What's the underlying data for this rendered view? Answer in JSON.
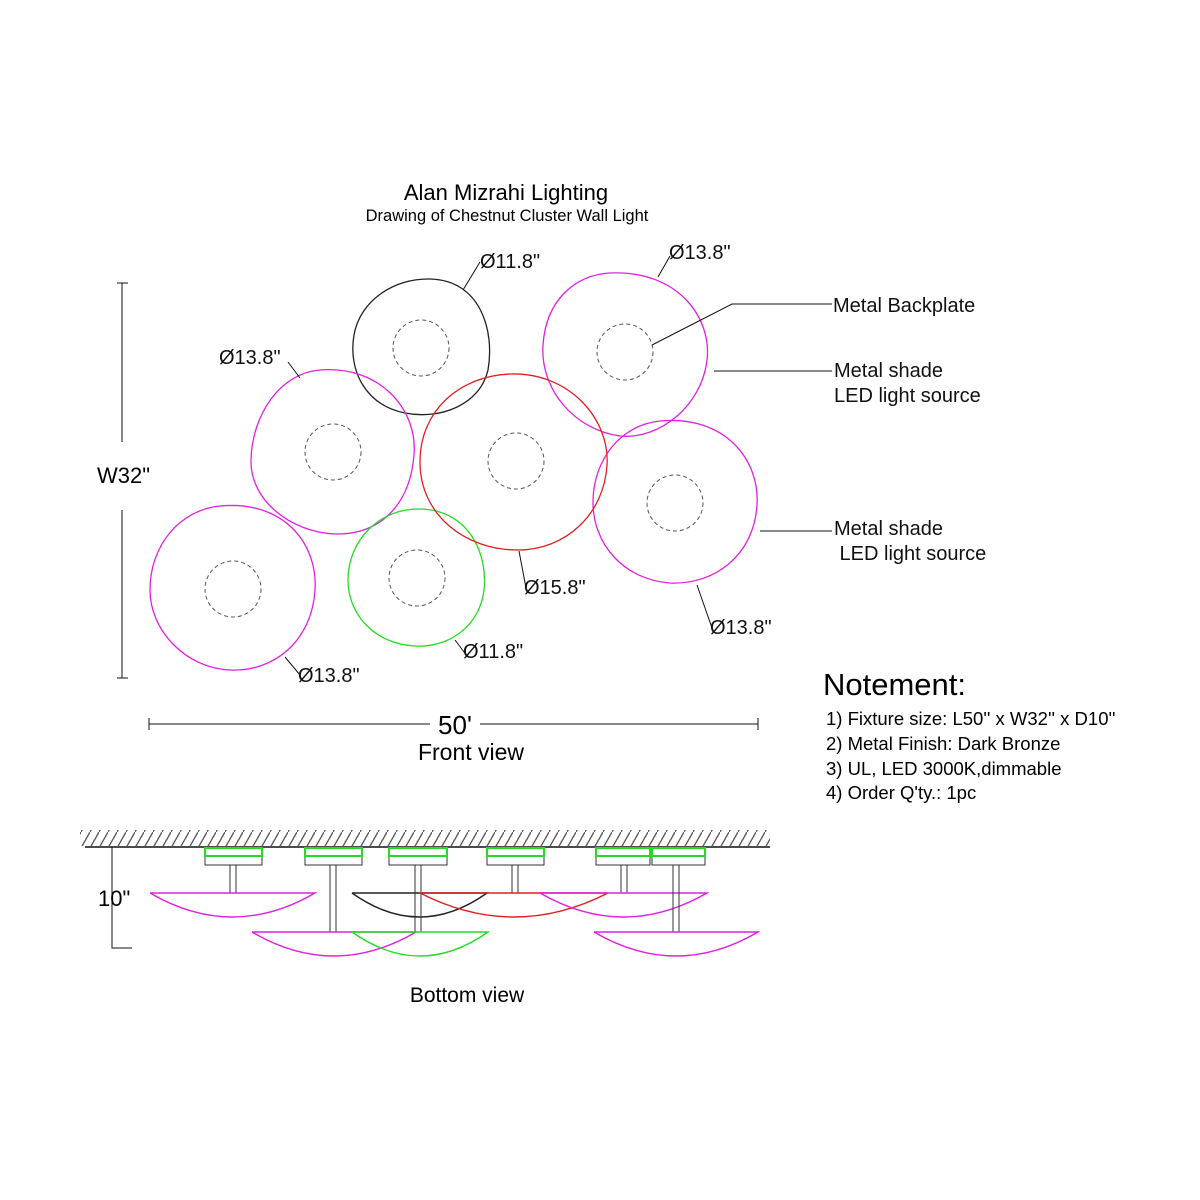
{
  "header": {
    "title": "Alan Mizrahi Lighting",
    "subtitle": "Drawing of Chestnut Cluster Wall Light"
  },
  "colors": {
    "magenta": "#e020e0",
    "red": "#e02020",
    "green": "#22dd22",
    "black": "#222222"
  },
  "front_view": {
    "label": "Front view",
    "width_dim": "50'",
    "height_dim": "W32\"",
    "diameters": {
      "top_black": "Ø11.8\"",
      "top_right": "Ø13.8\"",
      "left_mid": "Ø13.8\"",
      "center_red": "Ø15.8\"",
      "right": "Ø13.8\"",
      "bottom_left": "Ø13.8\"",
      "green": "Ø11.8\""
    },
    "callouts": {
      "backplate": "Metal Backplate",
      "shade1_line1": "Metal  shade",
      "shade1_line2": "LED light source",
      "shade2_line1": "Metal shade",
      "shade2_line2": " LED light source"
    }
  },
  "notes": {
    "heading": "Notement:",
    "items": [
      "1) Fixture size: L50'' x W32'' x D10''",
      "2) Metal Finish: Dark Bronze",
      "3) UL, LED 3000K,dimmable",
      "4) Order Q'ty.: 1pc"
    ]
  },
  "bottom_view": {
    "label": "Bottom view",
    "depth_dim": "10\""
  }
}
